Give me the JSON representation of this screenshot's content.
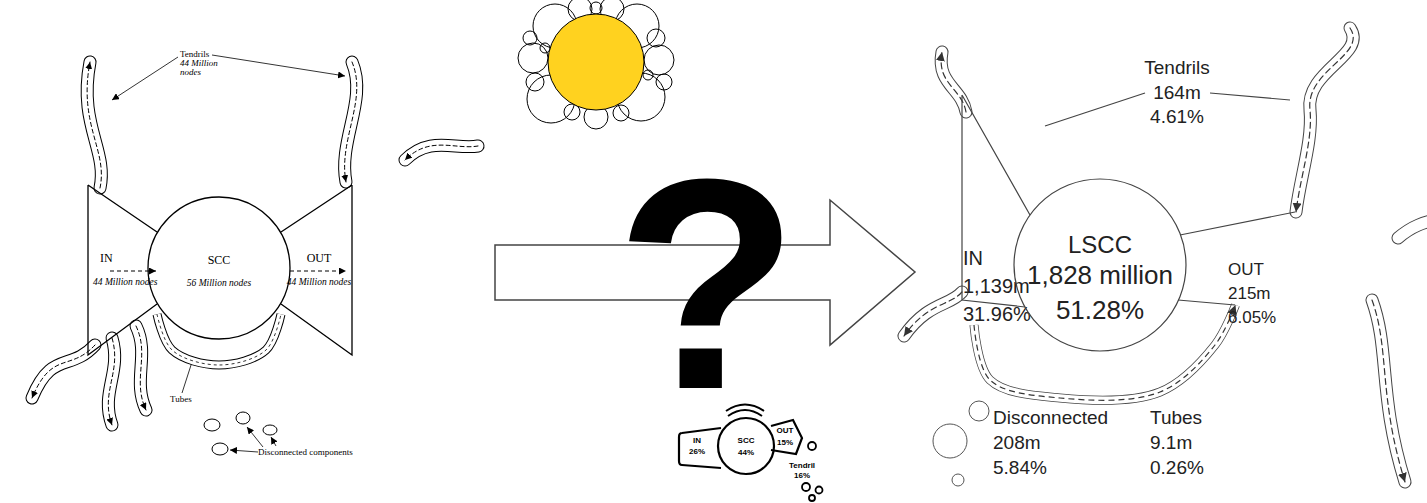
{
  "diagram": {
    "nodes": [
      {
        "text": [
          "IN",
          "44 Million nodes"
        ]
      },
      {
        "text": [
          "SCC",
          "56 Million nodes"
        ]
      },
      {
        "text": [
          "OUT",
          "44 Million nodes"
        ]
      },
      {
        "text": [
          "IN",
          "26%"
        ]
      },
      {
        "text": [
          "SCC",
          "44%"
        ]
      },
      {
        "text": [
          "OUT",
          "15%"
        ]
      },
      {
        "text": [
          "IN",
          "1,139m",
          "31.96%"
        ]
      },
      {
        "text": [
          "LSCC",
          "1,828 million",
          "51.28%"
        ]
      },
      {
        "text": [
          "OUT",
          "215m",
          "6.05%"
        ]
      }
    ],
    "edges": [
      {
        "from": 0,
        "to": 2,
        "arrow": "none"
      },
      {
        "from": 6,
        "to": 8,
        "arrow": "to"
      }
    ],
    "labels": [
      "Tendrils",
      "44 Million nodes",
      "Tubes",
      "Disconnected components",
      "?",
      "Tendril",
      "16%",
      "Tendrils",
      "164m",
      "4.61%",
      "Disconnected",
      "208m",
      "5.84%",
      "Tubes",
      "9.1m",
      "0.26%"
    ]
  }
}
